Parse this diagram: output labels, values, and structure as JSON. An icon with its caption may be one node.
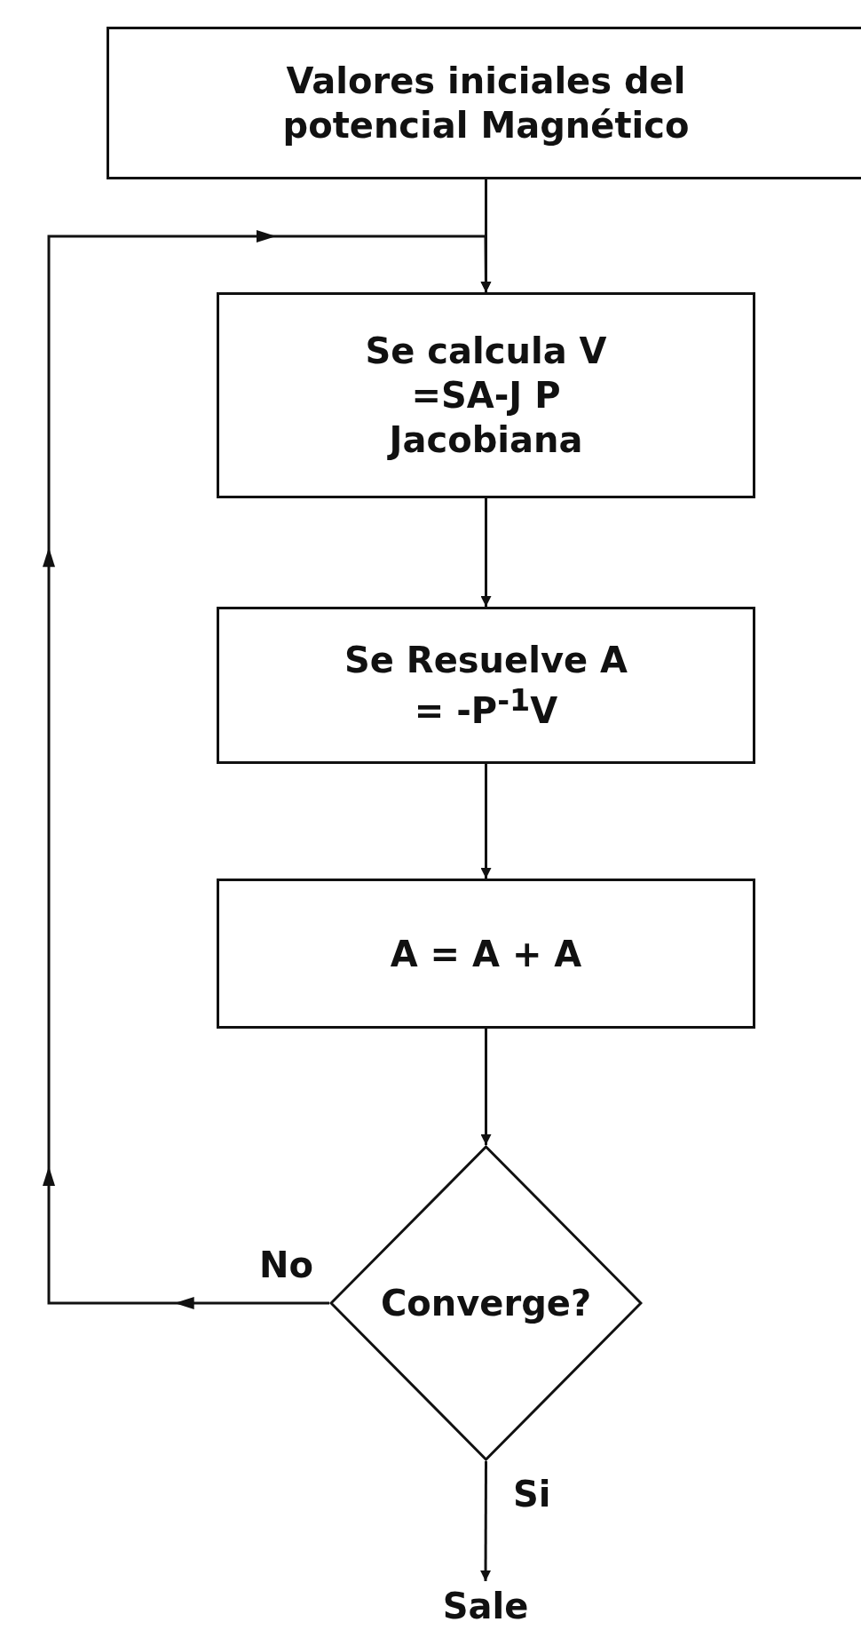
{
  "diagram": {
    "nodes": [
      {
        "text": [
          "Valores iniciales del potencial Magnético"
        ]
      },
      {
        "text": [
          "Se calcula V =SA-J P Jacobiana"
        ]
      },
      {
        "text": [
          "Se Resuelve A = -P$^{-1}$V"
        ]
      },
      {
        "text": [
          "A = A + A"
        ]
      },
      {
        "text": [
          "Converge?"
        ]
      },
      {
        "text": [
          "Sale"
        ]
      }
    ],
    "edges": [
      {
        "from": 0,
        "to": 1,
        "arrow": "to"
      },
      {
        "from": 1,
        "to": 2,
        "arrow": "to"
      },
      {
        "from": 2,
        "to": 3,
        "arrow": "to"
      },
      {
        "from": 3,
        "to": 4,
        "arrow": "to"
      },
      {
        "from": 4,
        "to": 1,
        "arrow": "to",
        "label": "No"
      },
      {
        "from": 4,
        "to": 5,
        "arrow": "to",
        "label": "Si"
      }
    ]
  }
}
